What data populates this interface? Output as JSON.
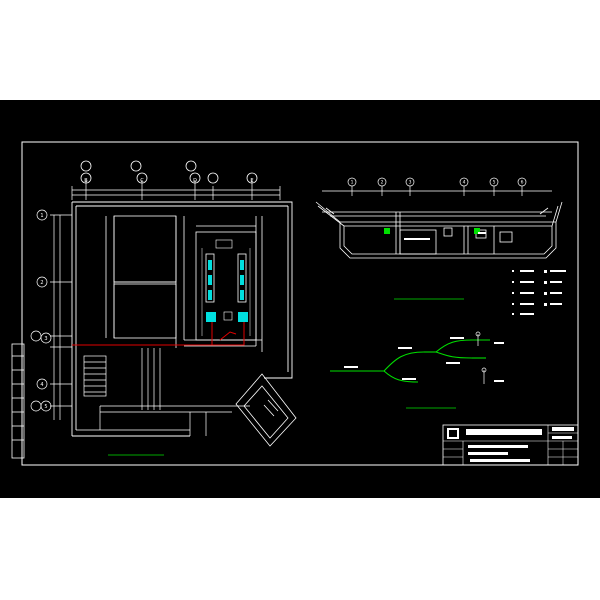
{
  "colors": {
    "background": "#ffffff",
    "sheet": "#000000",
    "line": "#ffffff",
    "green": "#00e000",
    "cyan": "#00e0e0",
    "red": "#e00000",
    "yellow": "#ffff00",
    "blue": "#0000ff",
    "magenta": "#ff00ff"
  },
  "left_plan": {
    "grid_labels": [
      "B",
      "C",
      "D",
      "E"
    ],
    "row_labels": [
      "1",
      "2",
      "3",
      "4",
      "5"
    ],
    "cable_note": "",
    "title": ""
  },
  "section": {
    "grid_labels": [
      "1",
      "2",
      "3",
      "4",
      "5",
      "6"
    ],
    "title": ""
  },
  "routing": {
    "title": ""
  },
  "title_block": {
    "company": "",
    "drawing_name": ""
  }
}
